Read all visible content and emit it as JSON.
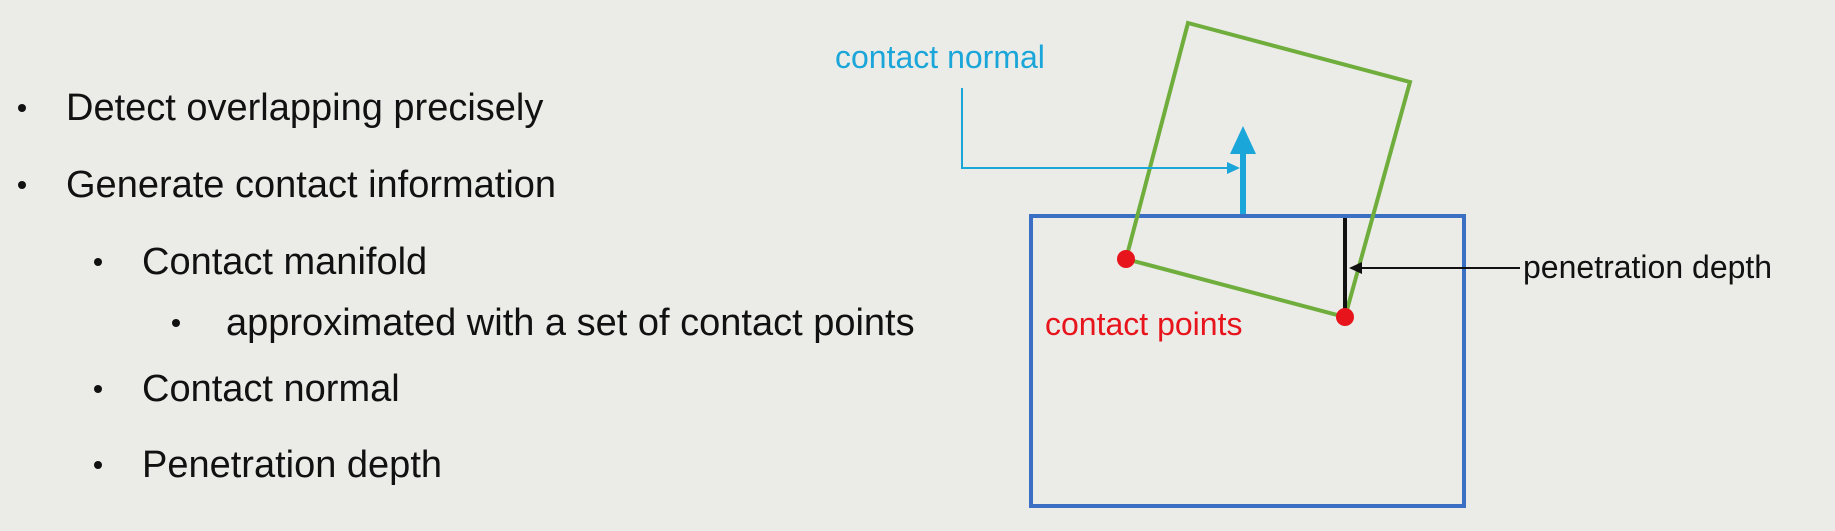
{
  "bullets": [
    {
      "text": "Detect overlapping precisely",
      "level": 1
    },
    {
      "text": "Generate contact information",
      "level": 1
    },
    {
      "text": "Contact manifold",
      "level": 2
    },
    {
      "text": "approximated with a set of contact points",
      "level": 3
    },
    {
      "text": "Contact normal",
      "level": 2
    },
    {
      "text": "Penetration depth",
      "level": 2
    }
  ],
  "diagram": {
    "labels": {
      "contact_normal": "contact normal",
      "contact_points": "contact points",
      "penetration_depth": "penetration depth"
    },
    "colors": {
      "background": "#ebebe8",
      "text": "#111111",
      "box_blue": "#3a6fc4",
      "box_green": "#6fae3c",
      "normal_cyan": "#1aa6d8",
      "contact_red": "#e8141c",
      "depth_black": "#111111"
    }
  }
}
